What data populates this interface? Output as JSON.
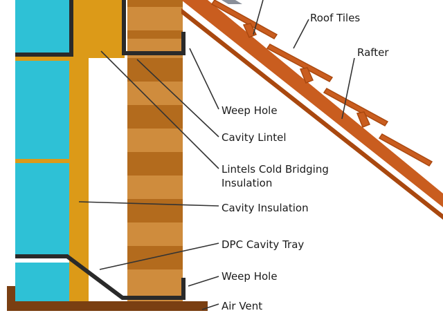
{
  "labels": {
    "roof_tiles": "Roof Tiles",
    "rafter": "Rafter",
    "weep_hole_upper": "Weep Hole",
    "cavity_lintel": "Cavity Lintel",
    "lintels_cold_bridging_line1": "Lintels Cold Bridging",
    "lintels_cold_bridging_line2": "Insulation",
    "cavity_insulation": "Cavity Insulation",
    "dpc_cavity_tray": "DPC Cavity Tray",
    "weep_hole_lower": "Weep Hole",
    "air_vent": "Air Vent"
  },
  "colors": {
    "inner_block": "#2ec1d6",
    "timber_frame": "#dc9a18",
    "cavity": "#ffffff",
    "brick_light": "#cf8c3d",
    "brick_dark": "#b36b1d",
    "lintel": "#2a2a2a",
    "roof_tile": "#c95d1f",
    "roof_tile_dark": "#a9480f",
    "foundation": "#7a3f12",
    "leader": "#333333"
  }
}
